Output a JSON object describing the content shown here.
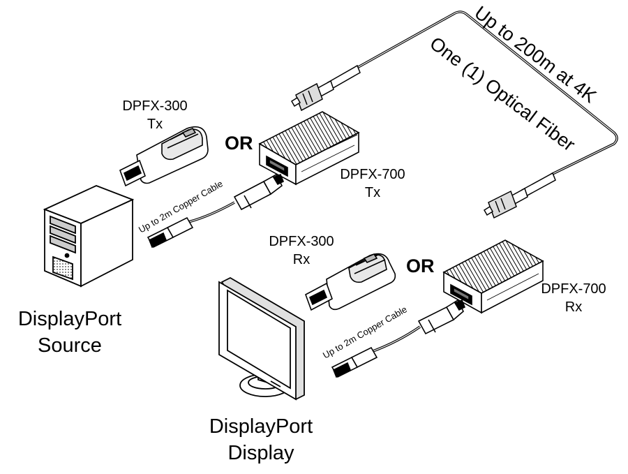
{
  "labels": {
    "fiber_distance": "Up to 200m at 4K",
    "fiber_count": "One (1) Optical Fiber",
    "tx300_model": "DPFX-300",
    "tx300_role": "Tx",
    "or_top": "OR",
    "tx700_model": "DPFX-700",
    "tx700_role": "Tx",
    "copper_top": "Up to 2m Copper Cable",
    "rx300_model": "DPFX-300",
    "rx300_role": "Rx",
    "or_bottom": "OR",
    "rx700_model": "DPFX-700",
    "rx700_role": "Rx",
    "copper_bottom": "Up to 2m Copper Cable",
    "source_line1": "DisplayPort",
    "source_line2": "Source",
    "display_line1": "DisplayPort",
    "display_line2": "Display"
  },
  "colors": {
    "line": "#000000",
    "fill": "#ffffff",
    "shade": "#cfcfcf",
    "dark": "#555555"
  }
}
